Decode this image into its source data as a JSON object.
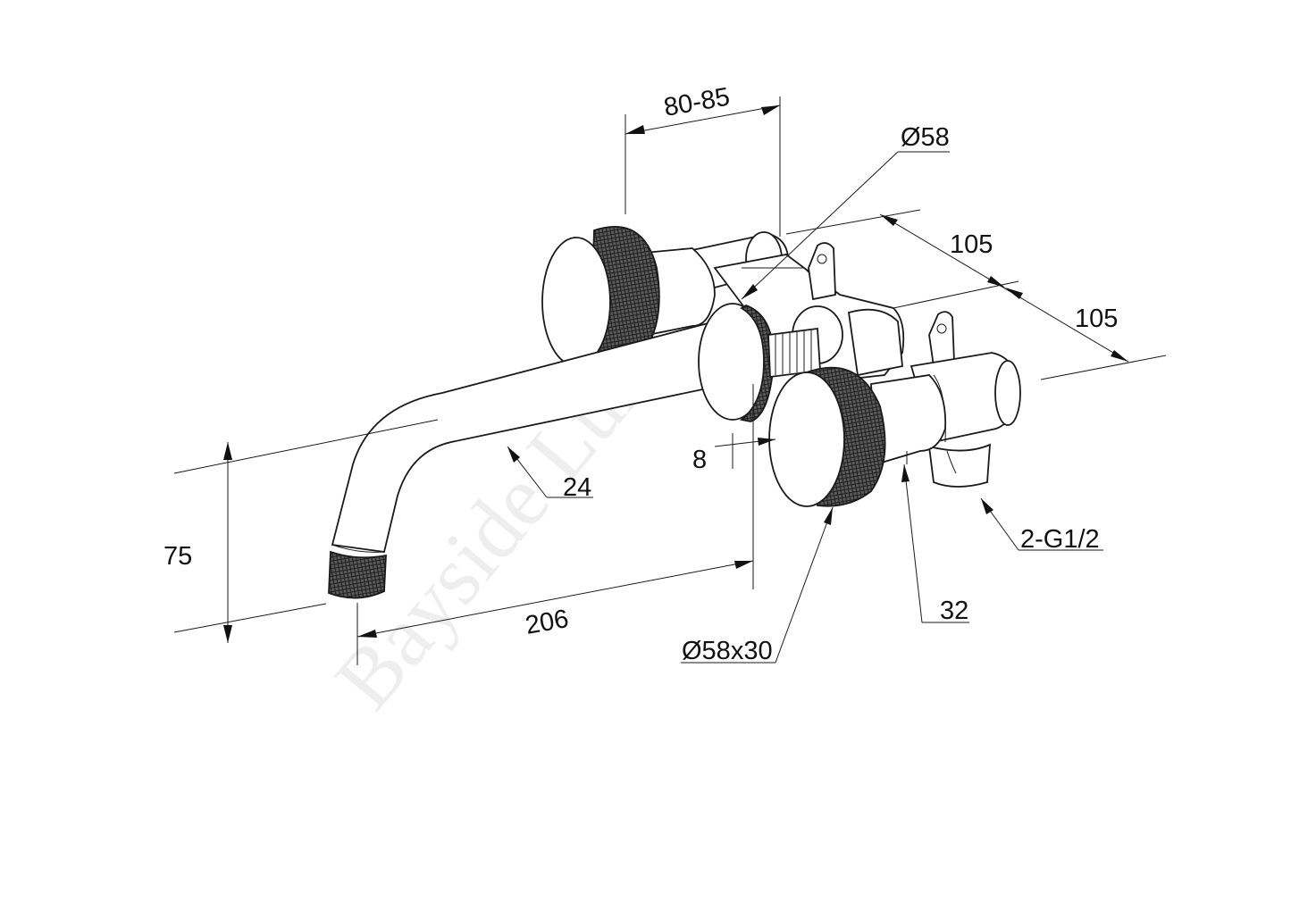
{
  "watermark": "Bayside Luxe",
  "dimensions": {
    "width_80_85": "80-85",
    "diameter_58": "Ø58",
    "depth_105_upper": "105",
    "depth_105_lower": "105",
    "spout_dia_24": "24",
    "gap_8": "8",
    "height_75": "75",
    "reach_206": "206",
    "handle_58x30": "Ø58x30",
    "spacing_32": "32",
    "inlet_2g12": "2-G1/2"
  },
  "colors": {
    "line": "#1a1a1a",
    "knurl_fill": "#555555",
    "watermark": "#eeeeee"
  }
}
